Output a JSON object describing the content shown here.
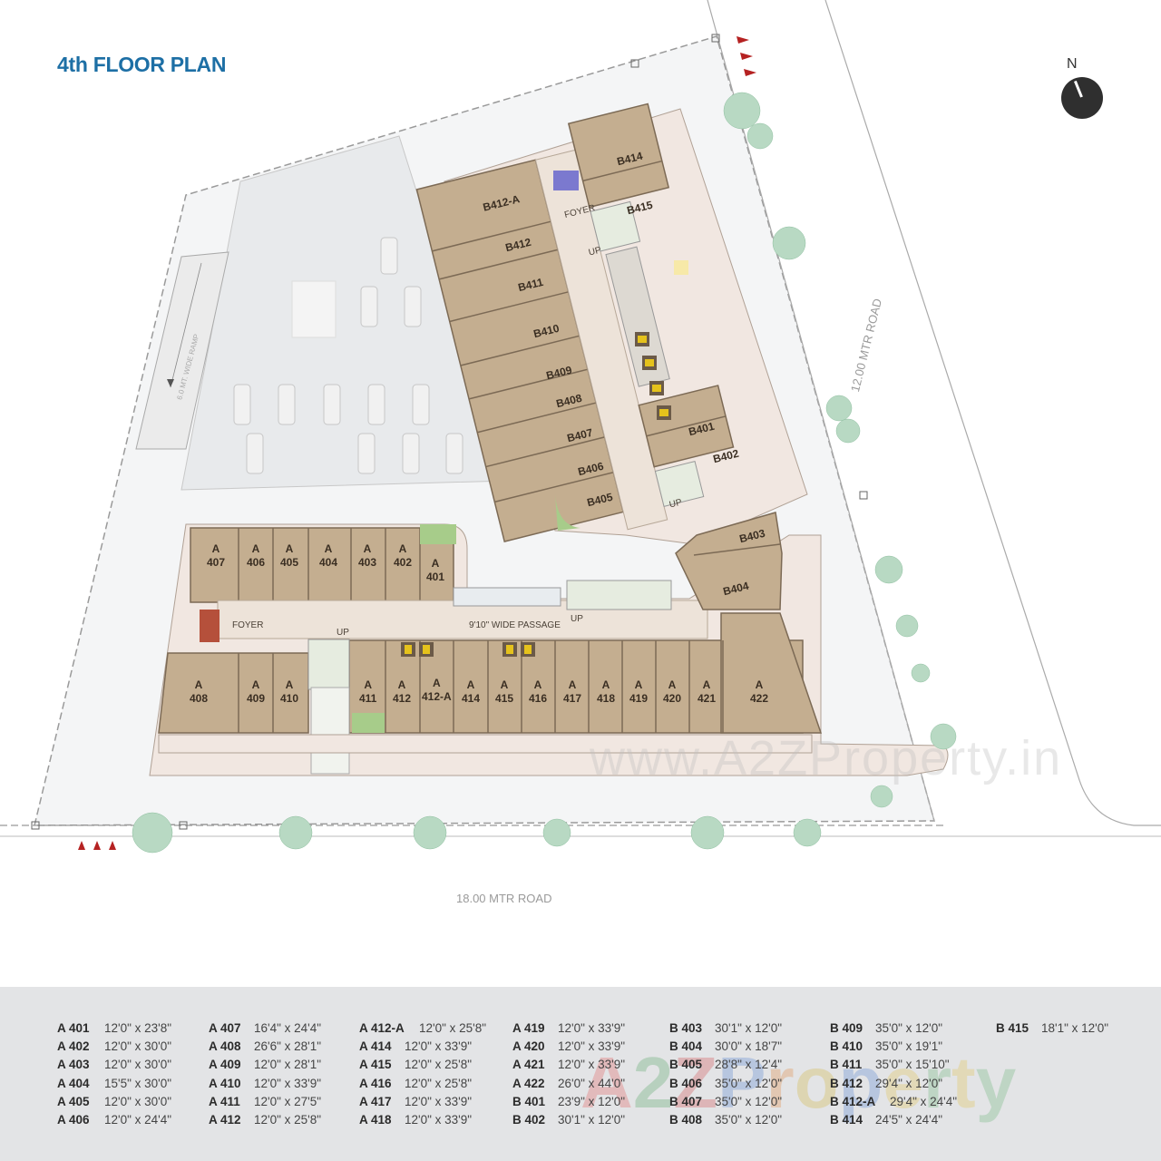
{
  "header": {
    "title": "4th FLOOR PLAN"
  },
  "compass": {
    "label": "N",
    "icon": "north-arrow-icon"
  },
  "roads": {
    "bottom": "18.00 MTR ROAD",
    "right": "12.00 MTR ROAD"
  },
  "ramp_label": "6.0 MT. WIDE RAMP",
  "watermark": "www.A2ZProperty.in",
  "plan_labels": {
    "foyer_a": "FOYER",
    "foyer_b": "FOYER",
    "passage": "9'10\" WIDE PASSAGE",
    "up_a": "UP",
    "up_passage": "UP",
    "up_b_top": "UP",
    "up_b_mid": "UP"
  },
  "wing_a_units_top": [
    {
      "prefix": "A",
      "num": "407"
    },
    {
      "prefix": "A",
      "num": "406"
    },
    {
      "prefix": "A",
      "num": "405"
    },
    {
      "prefix": "A",
      "num": "404"
    },
    {
      "prefix": "A",
      "num": "403"
    },
    {
      "prefix": "A",
      "num": "402"
    },
    {
      "prefix": "A",
      "num": "401"
    }
  ],
  "wing_a_units_bottom": [
    {
      "prefix": "A",
      "num": "408"
    },
    {
      "prefix": "A",
      "num": "409"
    },
    {
      "prefix": "A",
      "num": "410"
    },
    {
      "prefix": "A",
      "num": "411"
    },
    {
      "prefix": "A",
      "num": "412"
    },
    {
      "prefix": "A",
      "num": "412-A"
    },
    {
      "prefix": "A",
      "num": "414"
    },
    {
      "prefix": "A",
      "num": "415"
    },
    {
      "prefix": "A",
      "num": "416"
    },
    {
      "prefix": "A",
      "num": "417"
    },
    {
      "prefix": "A",
      "num": "418"
    },
    {
      "prefix": "A",
      "num": "419"
    },
    {
      "prefix": "A",
      "num": "420"
    },
    {
      "prefix": "A",
      "num": "421"
    },
    {
      "prefix": "A",
      "num": "422"
    }
  ],
  "wing_b_units": [
    "B412-A",
    "B412",
    "B411",
    "B410",
    "B409",
    "B408",
    "B407",
    "B406",
    "B405",
    "B414",
    "B415",
    "B401",
    "B402",
    "B403",
    "B404"
  ],
  "unit_sizes": [
    [
      {
        "unit": "A 401",
        "size": "12'0\" x 23'8\""
      },
      {
        "unit": "A 402",
        "size": "12'0\" x 30'0\""
      },
      {
        "unit": "A 403",
        "size": "12'0\" x 30'0\""
      },
      {
        "unit": "A 404",
        "size": "15'5\" x 30'0\""
      },
      {
        "unit": "A 405",
        "size": "12'0\" x 30'0\""
      },
      {
        "unit": "A 406",
        "size": "12'0\" x 24'4\""
      }
    ],
    [
      {
        "unit": "A 407",
        "size": "16'4\" x 24'4\""
      },
      {
        "unit": "A 408",
        "size": "26'6\" x 28'1\""
      },
      {
        "unit": "A 409",
        "size": "12'0\" x 28'1\""
      },
      {
        "unit": "A 410",
        "size": "12'0\" x 33'9\""
      },
      {
        "unit": "A 411",
        "size": "12'0\" x 27'5\""
      },
      {
        "unit": "A 412",
        "size": "12'0\" x 25'8\""
      }
    ],
    [
      {
        "unit": "A 412-A",
        "size": "12'0\" x 25'8\""
      },
      {
        "unit": "A 414",
        "size": "12'0\" x 33'9\""
      },
      {
        "unit": "A 415",
        "size": "12'0\" x 25'8\""
      },
      {
        "unit": "A 416",
        "size": "12'0\" x 25'8\""
      },
      {
        "unit": "A 417",
        "size": "12'0\" x 33'9\""
      },
      {
        "unit": "A 418",
        "size": "12'0\" x 33'9\""
      }
    ],
    [
      {
        "unit": "A 419",
        "size": "12'0\" x 33'9\""
      },
      {
        "unit": "A 420",
        "size": "12'0\" x 33'9\""
      },
      {
        "unit": "A 421",
        "size": "12'0\" x 33'9\""
      },
      {
        "unit": "A 422",
        "size": "26'0\" x 44'0\""
      },
      {
        "unit": "B 401",
        "size": "23'9\" x 12'0\""
      },
      {
        "unit": "B 402",
        "size": "30'1\" x 12'0\""
      }
    ],
    [
      {
        "unit": "B 403",
        "size": "30'1\" x 12'0\""
      },
      {
        "unit": "B 404",
        "size": "30'0\" x 18'7\""
      },
      {
        "unit": "B 405",
        "size": "28'8\" x 12'4\""
      },
      {
        "unit": "B 406",
        "size": "35'0\" x 12'0\""
      },
      {
        "unit": "B 407",
        "size": "35'0\" x 12'0\""
      },
      {
        "unit": "B 408",
        "size": "35'0\" x 12'0\""
      }
    ],
    [
      {
        "unit": "B 409",
        "size": "35'0\" x 12'0\""
      },
      {
        "unit": "B 410",
        "size": "35'0\" x 19'1\""
      },
      {
        "unit": "B 411",
        "size": "35'0\" x 15'10\""
      },
      {
        "unit": "B 412",
        "size": "29'4\" x 12'0\""
      },
      {
        "unit": "B 412-A",
        "size": "29'4\" x 24'4\""
      },
      {
        "unit": "B 414",
        "size": "24'5\" x 24'4\""
      }
    ],
    [
      {
        "unit": "B 415",
        "size": "18'1\" x 12'0\""
      }
    ]
  ],
  "table_watermark": "A2ZProperty",
  "colors": {
    "title": "#1d6fa5",
    "unit_fill": "#c4ae90",
    "corridor": "#ede3d9",
    "site_bg": "#f5f5f6",
    "legend_bg": "#e3e4e6",
    "entry_arrows": "#b52222",
    "stair_core": "#e6ece0",
    "lift_yellow": "#e5c21c",
    "foyer_red": "#b5503b",
    "foyer_blue": "#7b79cf"
  }
}
